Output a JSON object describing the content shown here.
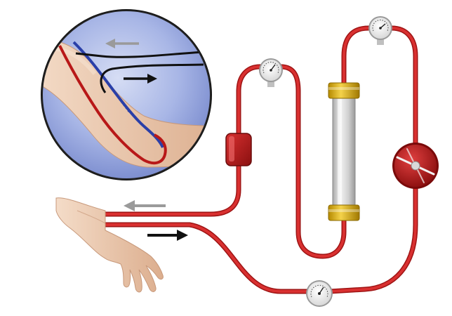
{
  "diagram": {
    "flow_directions": [
      "left-arrow-out",
      "right-arrow-in"
    ],
    "components": [
      "arterial-needle",
      "venous-needle",
      "blood-pump",
      "dialyzer",
      "pressure-gauge",
      "pressure-gauge",
      "pressure-gauge",
      "air-trap"
    ]
  },
  "colors": {
    "tubing": "#c41e1e",
    "tubing_highlight": "#e85a5a",
    "vein": "#3050c0",
    "artery": "#c42020",
    "inset_bg": "#8fa0d8",
    "skin": "#e8c4a8",
    "arrow_out": "#9a9a9a",
    "arrow_in": "#111111",
    "dialyzer_body": "#d6d6d6",
    "dialyzer_cap": "#e0b820"
  }
}
